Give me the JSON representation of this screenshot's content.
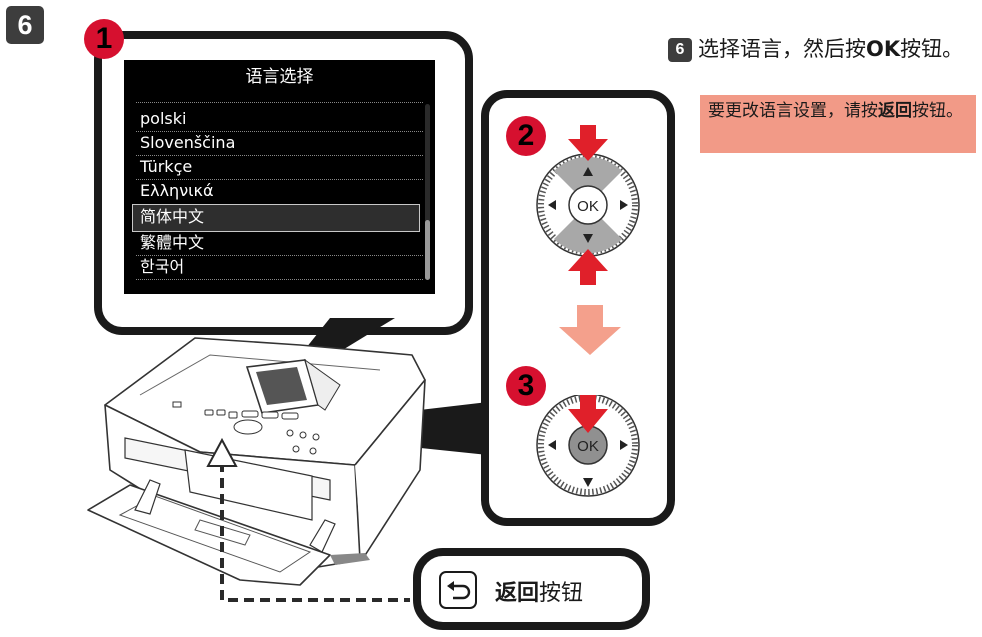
{
  "step_number": "6",
  "callouts": {
    "c1": "1",
    "c2": "2",
    "c3": "3"
  },
  "screen": {
    "title": "语言选择",
    "items": [
      "polski",
      "Slovenščina",
      "Türkçe",
      "Ελληνικά",
      "简体中文",
      "繁體中文",
      "한국어"
    ],
    "selected_index": 4
  },
  "dial": {
    "ok_label": "OK"
  },
  "instruction": {
    "badge": "6",
    "part1": "选择语言，然后按",
    "bold": "OK",
    "part2": "按钮。"
  },
  "note": {
    "part1": "要更改语言设置，请按",
    "bold": "返回",
    "part2": "按钮。"
  },
  "back_button": {
    "bold": "返回",
    "rest": "按钮"
  },
  "colors": {
    "callout_red": "#d6102f",
    "arrow_red": "#e0202a",
    "arrow_pink": "#f4a08c",
    "note_bg": "#f29a87"
  }
}
